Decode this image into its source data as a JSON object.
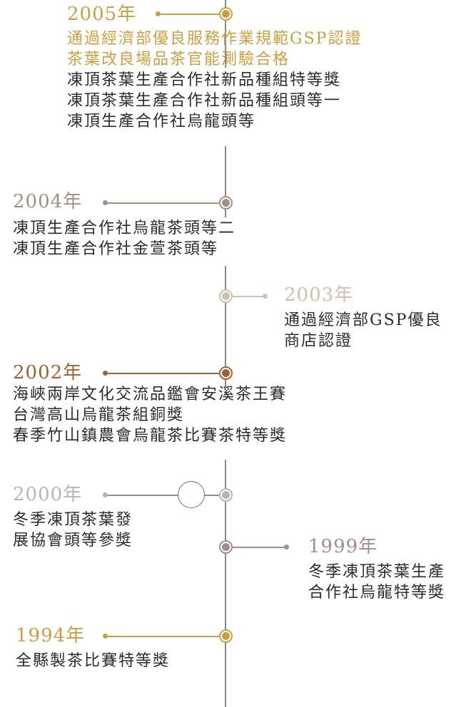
{
  "colors": {
    "gold": "#c8a043",
    "taupe": "#a58f83",
    "light_beige": "#cfc1ae",
    "brown": "#9a6235",
    "light_gray": "#b5b5b5",
    "mauve": "#a28e87",
    "text": "#2b2b2b",
    "axis": "#8a8a8a"
  },
  "timeline": {
    "y2005": {
      "year": "2005年",
      "lines": [
        "通過經濟部優良服務作業規範GSP認證",
        "茶葉改良場品茶官能測驗合格",
        "凍頂茶葉生產合作社新品種組特等獎",
        "凍頂茶葉生產合作社新品種組頭等一",
        "凍頂生產合作社烏龍頭等"
      ]
    },
    "y2004": {
      "year": "2004年",
      "lines": [
        "凍頂生產合作社烏龍茶頭等二",
        "凍頂生產合作社金萱茶頭等"
      ]
    },
    "y2003": {
      "year": "2003年",
      "lines": [
        "通過經濟部GSP優良",
        "商店認證"
      ]
    },
    "y2002": {
      "year": "2002年",
      "lines": [
        "海峽兩岸文化交流品鑑會安溪茶王賽",
        "台灣高山烏龍茶組銅獎",
        "春季竹山鎮農會烏龍茶比賽茶特等獎"
      ]
    },
    "y2000": {
      "year": "2000年",
      "lines": [
        "冬季凍頂茶葉發",
        "展協會頭等參獎"
      ]
    },
    "y1999": {
      "year": "1999年",
      "lines": [
        "冬季凍頂茶葉生產",
        "合作社烏龍特等獎"
      ]
    },
    "y1994": {
      "year": "1994年",
      "lines": [
        "全縣製茶比賽特等獎"
      ]
    }
  }
}
